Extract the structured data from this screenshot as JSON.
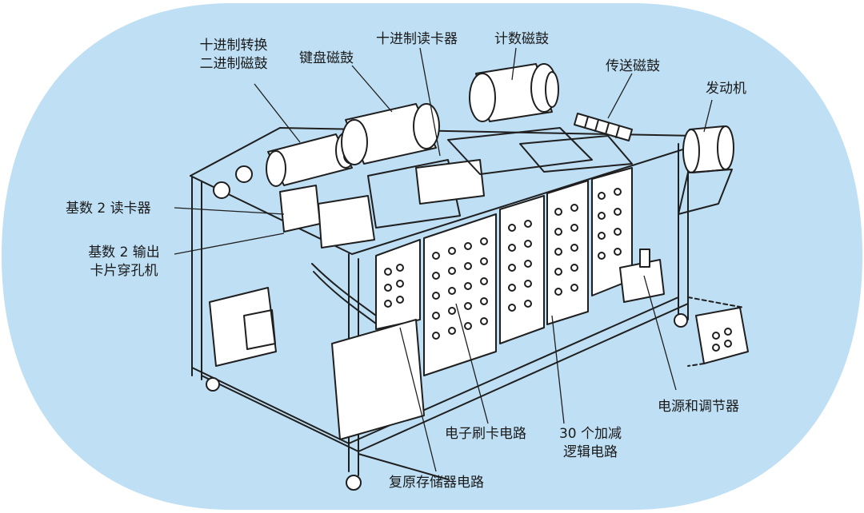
{
  "colors": {
    "background": "#bfdff4",
    "outline": "#1f1f1f",
    "fill": "#ffffff"
  },
  "labels": {
    "decimal_to_binary_drum": [
      "十进制转换",
      "二进制磁鼓"
    ],
    "keyboard_drum": "键盘磁鼓",
    "decimal_card_reader": "十进制读卡器",
    "counting_drum": "计数磁鼓",
    "transfer_drum": "传送磁鼓",
    "engine": "发动机",
    "base2_card_reader": "基数 2 读卡器",
    "base2_output_punch": [
      "基数 2 输出",
      "卡片穿孔机"
    ],
    "electronic_brush_circuit": "电子刷卡电路",
    "add_sub_logic": [
      "30 个加减",
      "逻辑电路"
    ],
    "power_regulator": "电源和调节器",
    "regenerative_memory": "复原存储器电路"
  }
}
